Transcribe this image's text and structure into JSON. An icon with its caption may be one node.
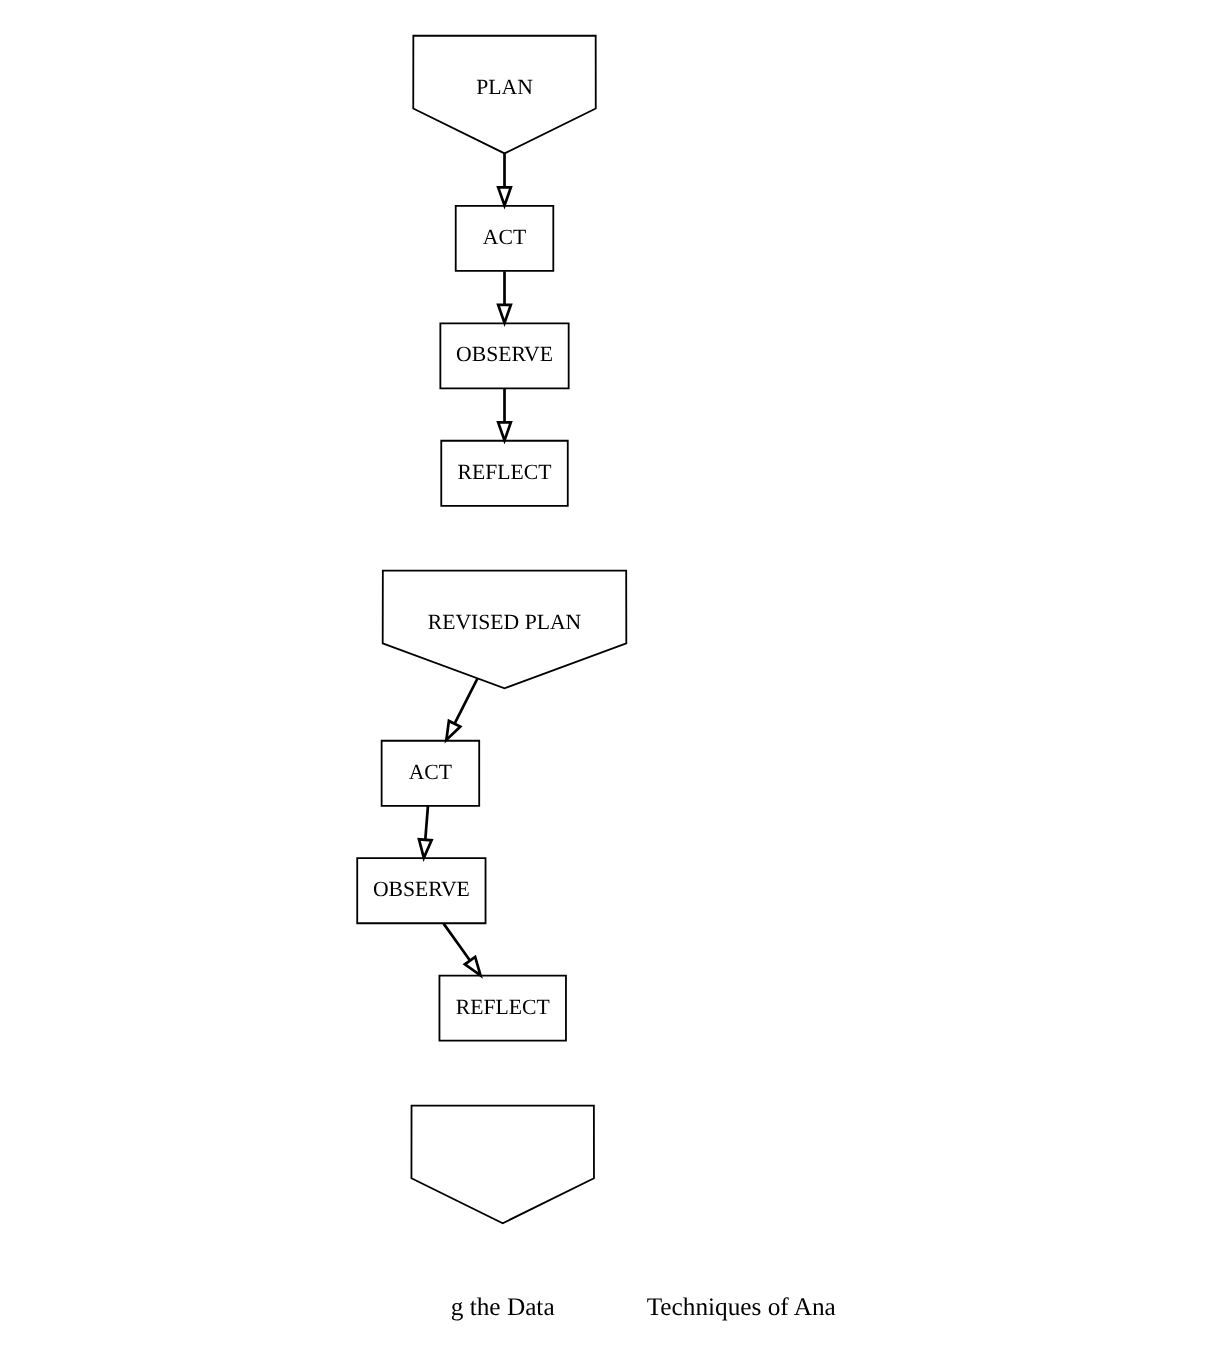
{
  "diagram": {
    "nodes": [
      {
        "text": [
          "PLAN"
        ]
      },
      {
        "text": [
          "ACT"
        ]
      },
      {
        "text": [
          "OBSERVE"
        ]
      },
      {
        "text": [
          "REFLECT"
        ]
      },
      {
        "text": [
          "REVISED PLAN"
        ]
      },
      {
        "text": [
          "ACT"
        ]
      },
      {
        "text": [
          "OBSERVE"
        ]
      },
      {
        "text": [
          "REFLECT"
        ]
      },
      {
        "text": [],
        "shape": "chevron"
      }
    ],
    "edges": [
      {
        "from": 0,
        "to": 1,
        "arrow": "to"
      },
      {
        "from": 1,
        "to": 2,
        "arrow": "to"
      },
      {
        "from": 2,
        "to": 3,
        "arrow": "to"
      },
      {
        "from": 4,
        "to": 5,
        "arrow": "to"
      },
      {
        "from": 5,
        "to": 6,
        "arrow": "to"
      },
      {
        "from": 6,
        "to": 7,
        "arrow": "to"
      }
    ],
    "labels": [
      "g the Data",
      "Techniques of Ana"
    ]
  }
}
